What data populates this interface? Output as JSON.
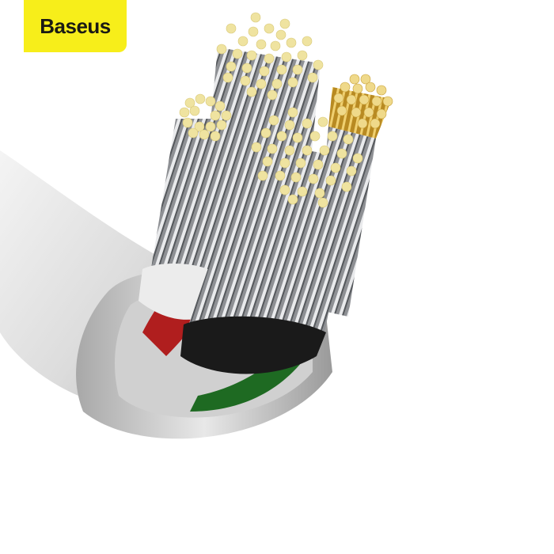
{
  "brand": {
    "logo_text": "Baseus",
    "logo_bg_color": "#f7ee1a",
    "logo_text_color": "#1a1a14"
  },
  "image": {
    "subject": "cutaway of white USB cable showing stranded copper conductors",
    "colors": {
      "jacket": "#e6e6e6",
      "strand_silver": "#9a9ca0",
      "strand_tip": "#efe3a0",
      "gold_bundle": "#c9a23a",
      "red_sheath": "#b01e1e",
      "green_sheath": "#1e6a22",
      "background": "#ffffff"
    },
    "bundles": [
      {
        "name": "small-left-bundle",
        "color": "silver"
      },
      {
        "name": "top-large-bundle",
        "color": "silver"
      },
      {
        "name": "center-large-bundle",
        "color": "silver"
      },
      {
        "name": "gold-bundle",
        "color": "gold"
      }
    ]
  }
}
